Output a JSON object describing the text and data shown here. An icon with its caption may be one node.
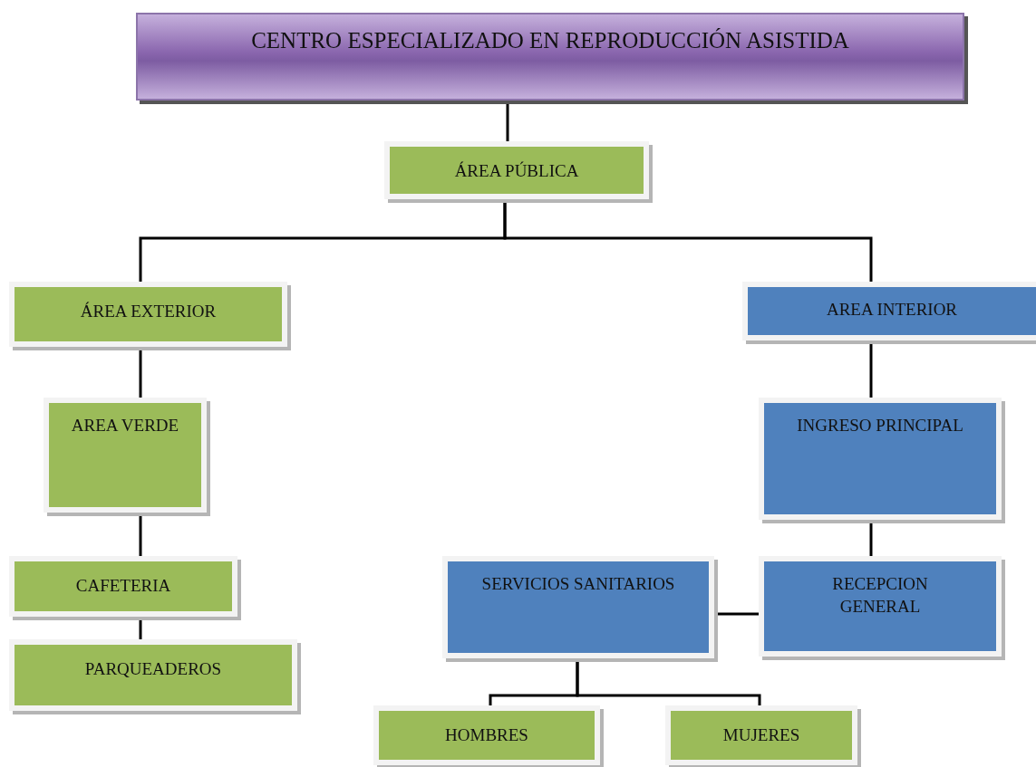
{
  "diagram": {
    "nodes": [
      {
        "text": [
          "CENTRO ESPECIALIZADO EN REPRODUCCIÓN ASISTIDA"
        ]
      },
      {
        "text": [
          "ÁREA PÚBLICA"
        ]
      },
      {
        "text": [
          "ÁREA EXTERIOR"
        ]
      },
      {
        "text": [
          "AREA INTERIOR"
        ]
      },
      {
        "text": [
          "AREA VERDE"
        ]
      },
      {
        "text": [
          "INGRESO PRINCIPAL"
        ]
      },
      {
        "text": [
          "CAFETERIA"
        ]
      },
      {
        "text": [
          "PARQUEADEROS"
        ]
      },
      {
        "text": [
          "SERVICIOS SANITARIOS"
        ]
      },
      {
        "text": [
          "RECEPCION GENERAL"
        ]
      },
      {
        "text": [
          "HOMBRES"
        ]
      },
      {
        "text": [
          "MUJERES"
        ]
      }
    ],
    "edges": [
      {
        "from": 0,
        "to": 1,
        "arrow": "none"
      },
      {
        "from": 1,
        "to": 2,
        "arrow": "none"
      },
      {
        "from": 1,
        "to": 3,
        "arrow": "none"
      },
      {
        "from": 2,
        "to": 4,
        "arrow": "none"
      },
      {
        "from": 4,
        "to": 6,
        "arrow": "none"
      },
      {
        "from": 6,
        "to": 7,
        "arrow": "none"
      },
      {
        "from": 3,
        "to": 5,
        "arrow": "none"
      },
      {
        "from": 5,
        "to": 9,
        "arrow": "none"
      },
      {
        "from": 9,
        "to": 8,
        "arrow": "none"
      },
      {
        "from": 8,
        "to": 10,
        "arrow": "none"
      },
      {
        "from": 8,
        "to": 11,
        "arrow": "none"
      }
    ]
  }
}
